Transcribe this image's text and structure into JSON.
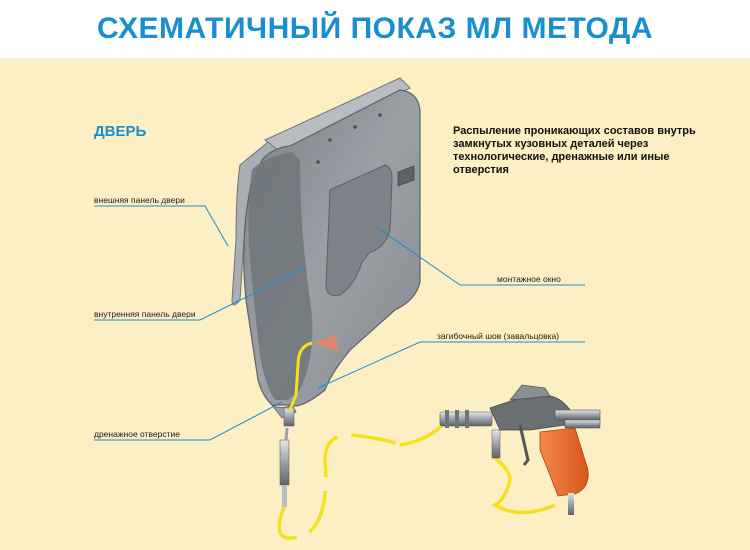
{
  "title": "СХЕМАТИЧНЫЙ ПОКАЗ МЛ МЕТОДА",
  "heading": "ДВЕРЬ",
  "description": "Распыление проникающих составов внутрь замкнутых кузовных деталей через технологические, дренажные или иные отверстия",
  "labels": {
    "outer_panel": "внешняя панель двери",
    "inner_panel": "внутренняя панель двери",
    "drain_hole": "дренажное отверстие",
    "mounting_window": "монтажное окно",
    "hem_seam": "загибочный шов (завальцовка)"
  },
  "colors": {
    "title": "#1a8fd0",
    "background": "#fcefc4",
    "door": "#8e9499",
    "hose": "#f2e21a",
    "gun_handle": "#ef6a26",
    "leader_lines": "#1a8fd0"
  }
}
